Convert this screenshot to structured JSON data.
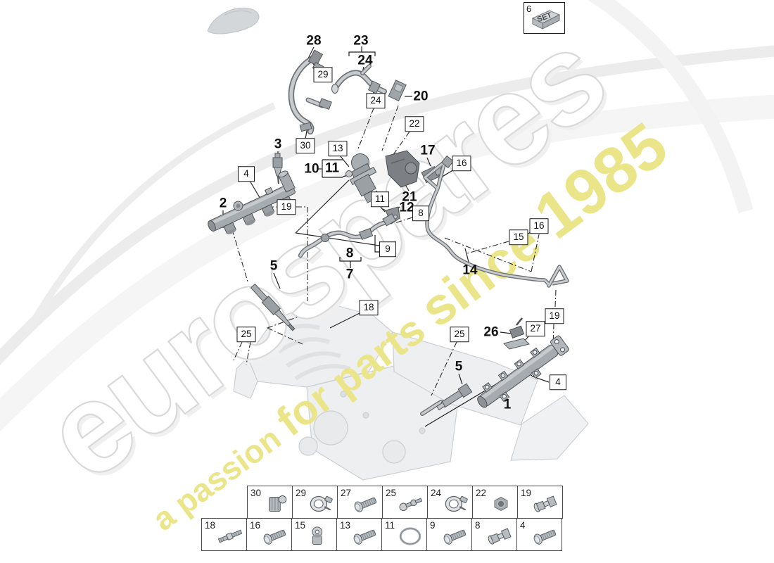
{
  "watermark": {
    "brand": "eurospares",
    "brand_outline_color": "#d9d9d9",
    "tagline_full": "a passion for parts since 1985",
    "tagline": [
      "a passion ",
      "for parts ",
      "since ",
      "1985"
    ],
    "tagline_color": "#ebe58a"
  },
  "set_box": {
    "number": "6",
    "label": "SET"
  },
  "callouts_bold": [
    {
      "label": "28"
    },
    {
      "label": "23"
    },
    {
      "label": "24"
    },
    {
      "label": "20"
    },
    {
      "label": "3"
    },
    {
      "label": "17"
    },
    {
      "label": "10"
    },
    {
      "label": "11"
    },
    {
      "label": "2"
    },
    {
      "label": "21"
    },
    {
      "label": "12"
    },
    {
      "label": "5"
    },
    {
      "label": "8"
    },
    {
      "label": "7"
    },
    {
      "label": "14"
    },
    {
      "label": "26"
    },
    {
      "label": "5"
    },
    {
      "label": "1"
    }
  ],
  "callouts_boxed": [
    {
      "label": "29"
    },
    {
      "label": "24"
    },
    {
      "label": "22"
    },
    {
      "label": "30"
    },
    {
      "label": "13"
    },
    {
      "label": "16"
    },
    {
      "label": "4"
    },
    {
      "label": "11"
    },
    {
      "label": "19"
    },
    {
      "label": "8"
    },
    {
      "label": "16"
    },
    {
      "label": "15"
    },
    {
      "label": "9"
    },
    {
      "label": "18"
    },
    {
      "label": "19"
    },
    {
      "label": "25"
    },
    {
      "label": "27"
    },
    {
      "label": "25"
    },
    {
      "label": "4"
    }
  ],
  "legend": {
    "row1": [
      {
        "number": "30",
        "icon": "retaining-clip"
      },
      {
        "number": "29",
        "icon": "hose-clamp"
      },
      {
        "number": "27",
        "icon": "screw"
      },
      {
        "number": "25",
        "icon": "ball-stud"
      },
      {
        "number": "24",
        "icon": "hose-clamp"
      },
      {
        "number": "22",
        "icon": "nut"
      },
      {
        "number": "19",
        "icon": "union-screw"
      }
    ],
    "row2": [
      {
        "number": "18",
        "icon": "stud"
      },
      {
        "number": "16",
        "icon": "screw"
      },
      {
        "number": "15",
        "icon": "clamp-eyelet"
      },
      {
        "number": "13",
        "icon": "screw"
      },
      {
        "number": "11",
        "icon": "o-ring"
      },
      {
        "number": "9",
        "icon": "screw"
      },
      {
        "number": "8",
        "icon": "union"
      },
      {
        "number": "4",
        "icon": "screw"
      }
    ]
  }
}
